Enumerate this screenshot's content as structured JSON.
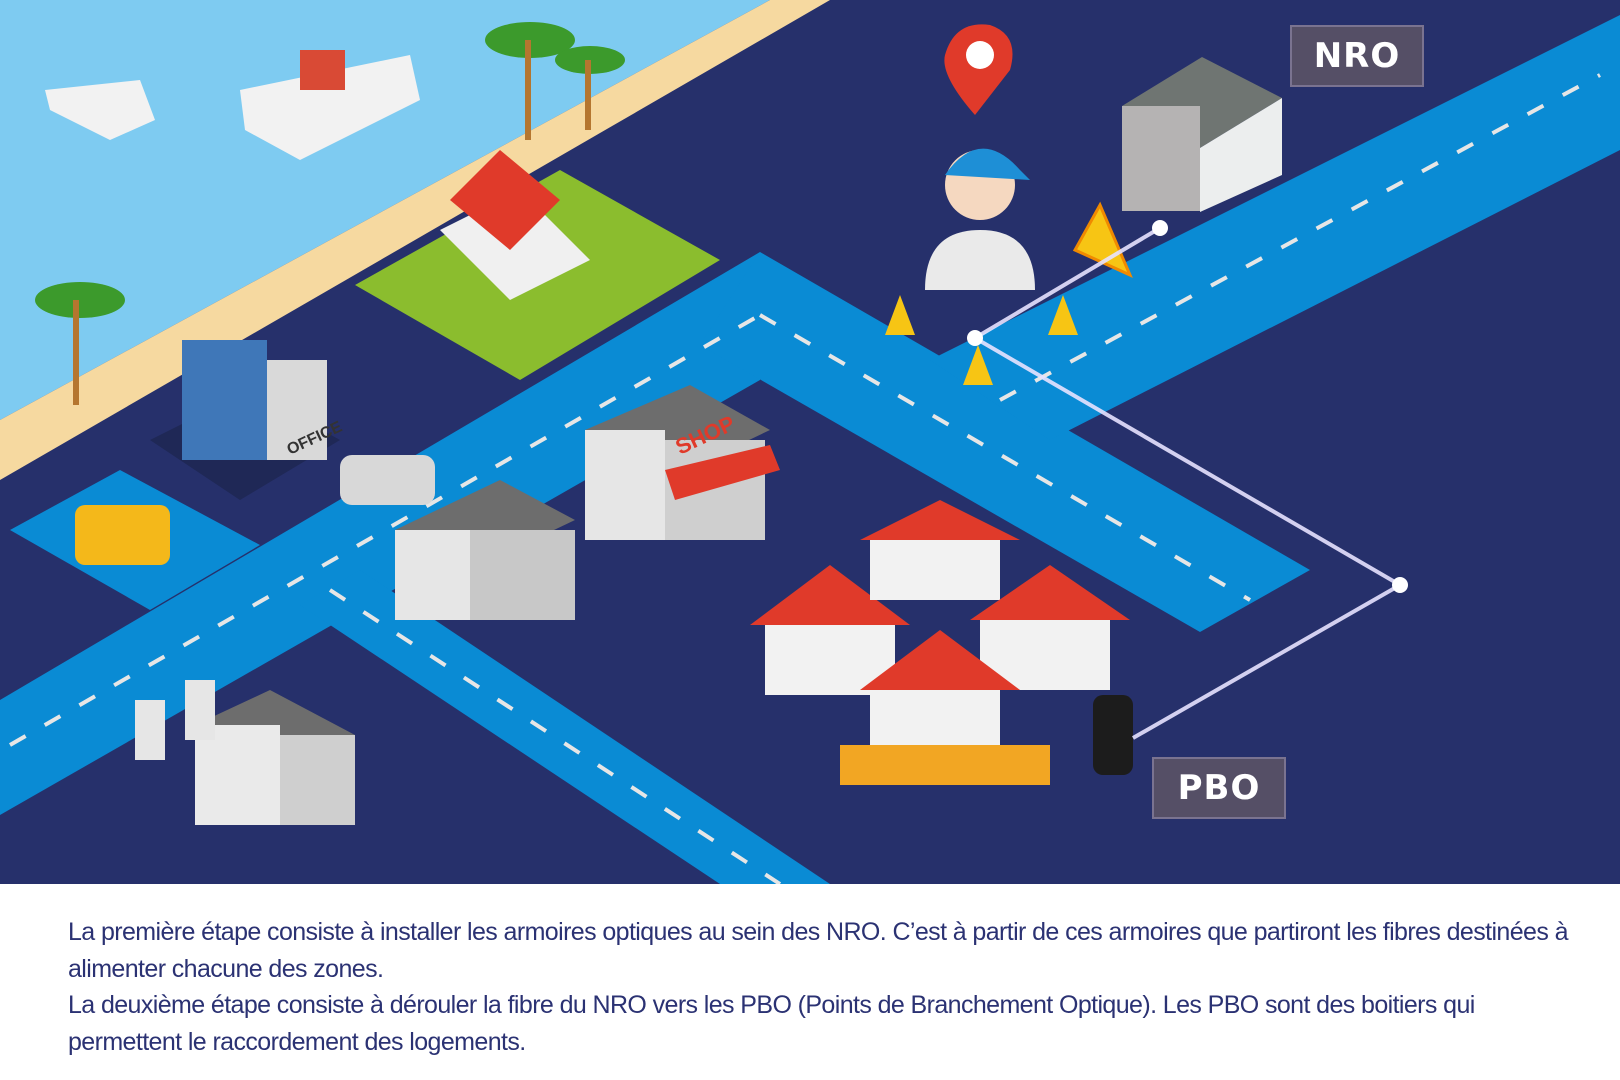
{
  "labels": {
    "nro": "NRO",
    "pbo": "PBO",
    "office_sign": "OFFICE",
    "shop_sign": "SHOP"
  },
  "caption": {
    "paragraph_1": "La première étape consiste à installer les armoires optiques au sein des NRO. C’est à partir de ces armoires que partiront les fibres destinées à alimenter chacune des zones.",
    "paragraph_2": "La deuxième étape consiste à dérouler la fibre du NRO vers les PBO (Points de Branchement Optique). Les PBO sont des boitiers qui permettent le raccordement des logements."
  },
  "colors": {
    "background": "#26306b",
    "road": "#0a8bd4",
    "sea": "#7ecbf1",
    "sand": "#f6d9a0",
    "text": "#2b3273",
    "roof": "#e03a2a"
  }
}
